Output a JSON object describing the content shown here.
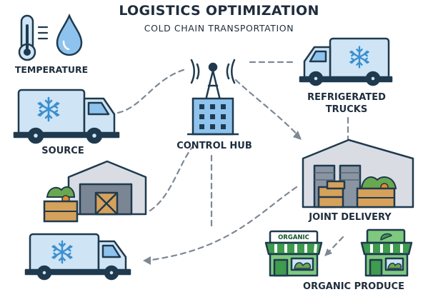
{
  "title": "LOGISTICS OPTIMIZATION",
  "subtitle": "COLD CHAIN TRANSPORTATION",
  "nodes": {
    "temperature": "TEMPERATURE",
    "source": "SOURCE",
    "control_hub": "CONTROL HUB",
    "refrigerated_trucks_line1": "REFRIGERATED",
    "refrigerated_trucks_line2": "TRUCKS",
    "joint_delivery": "JOINT DELIVERY",
    "organic_produce": "ORGANIC PRODUCE"
  },
  "store_sign": "ORGANIC",
  "icons": {
    "thermometer": "thermometer-icon",
    "droplet": "droplet-icon",
    "snowflake": "snowflake-icon",
    "antenna": "radio-tower-icon",
    "warehouse": "warehouse-icon",
    "store": "store-icon",
    "crate": "crate-icon"
  },
  "colors": {
    "truck": "#cfe4f5",
    "truck_stroke": "#1f3a4f",
    "accent_blue": "#3a8fd0",
    "warehouse_wall": "#d9dde3",
    "store_green": "#7fc97f",
    "store_awning": "#3f9b4d",
    "crate": "#d6a15b",
    "produce": "#6aa84f"
  }
}
